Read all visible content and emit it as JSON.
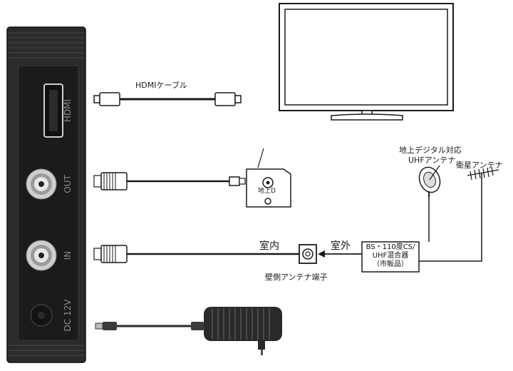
{
  "device_ports": {
    "hdmi": "HDMI",
    "out": "OUT",
    "in": "IN",
    "dc": "DC 12V"
  },
  "labels": {
    "hdmi_cable": "HDMIケーブル",
    "terrestrial_socket": "地上D",
    "terrestrial_antenna_line1": "地上デジタル対応",
    "terrestrial_antenna_line2": "UHFアンテナ",
    "satellite_antenna": "衛星アンテナ",
    "indoor": "室内",
    "outdoor": "室外",
    "wall_terminal": "壁側アンテナ端子",
    "mixer": [
      "BS・110度CS/",
      "UHF混合器",
      "（市販品）"
    ]
  },
  "colors": {
    "device_body": "#2b2b2b",
    "device_dark": "#1b1b1b",
    "port_label": "#8a8a8a",
    "line": "#1a1a1a"
  }
}
